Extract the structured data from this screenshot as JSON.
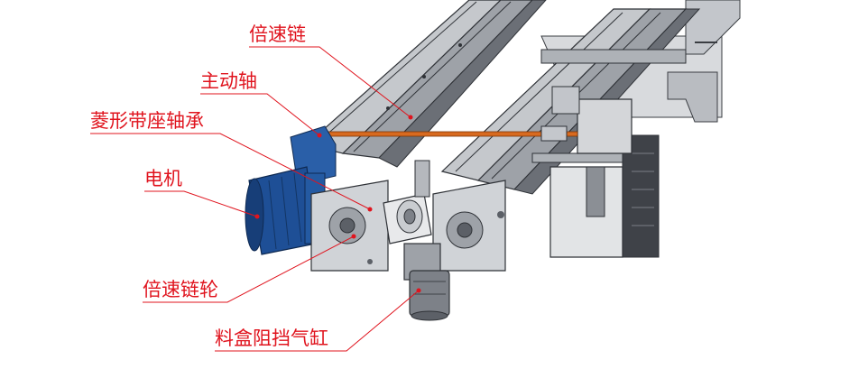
{
  "colors": {
    "label_text": "#e0141e",
    "leader_line": "#e0141e",
    "frame_steel": "#a8acb3",
    "frame_dark": "#4d5159",
    "motor_blue": "#1e4f96",
    "shaft_orange": "#d86a1f"
  },
  "labels": [
    {
      "id": "speed-chain",
      "text": "倍速链"
    },
    {
      "id": "drive-shaft",
      "text": "主动轴"
    },
    {
      "id": "flange-bearing",
      "text": "菱形带座轴承"
    },
    {
      "id": "motor",
      "text": "电机"
    },
    {
      "id": "speed-sprocket",
      "text": "倍速链轮"
    },
    {
      "id": "box-stop-cylinder",
      "text": "料盒阻挡气缸"
    }
  ]
}
